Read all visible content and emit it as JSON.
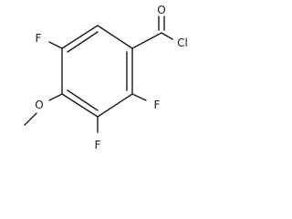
{
  "molecule": {
    "atoms": {
      "f_top": "F",
      "f_right": "F",
      "f_bottom": "F",
      "o_methoxy": "O",
      "o_carbonyl": "O",
      "cl": "Cl"
    }
  }
}
